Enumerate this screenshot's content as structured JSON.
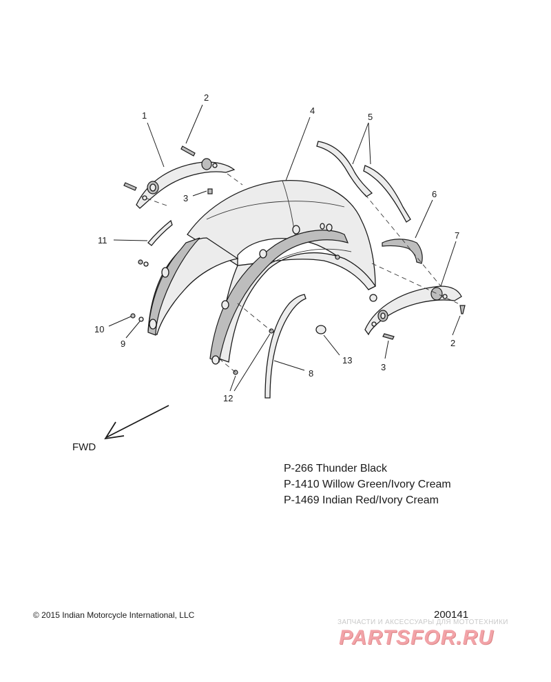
{
  "callouts": {
    "c1": "1",
    "c2a": "2",
    "c2b": "2",
    "c3a": "3",
    "c3b": "3",
    "c4": "4",
    "c5": "5",
    "c6": "6",
    "c7": "7",
    "c8": "8",
    "c9": "9",
    "c10": "10",
    "c11": "11",
    "c12": "12",
    "c13": "13"
  },
  "direction_label": "FWD",
  "color_options": [
    "P-266  Thunder Black",
    "P-1410 Willow Green/Ivory Cream",
    "P-1469 Indian Red/Ivory Cream"
  ],
  "copyright": "© 2015 Indian Motorcycle International, LLC",
  "figure_number": "200141",
  "watermark": {
    "tagline": "ЗАПЧАСТИ И АКСЕССУАРЫ ДЛЯ МОТОТЕХНИКИ",
    "logo": "PARTSFOR.RU"
  }
}
